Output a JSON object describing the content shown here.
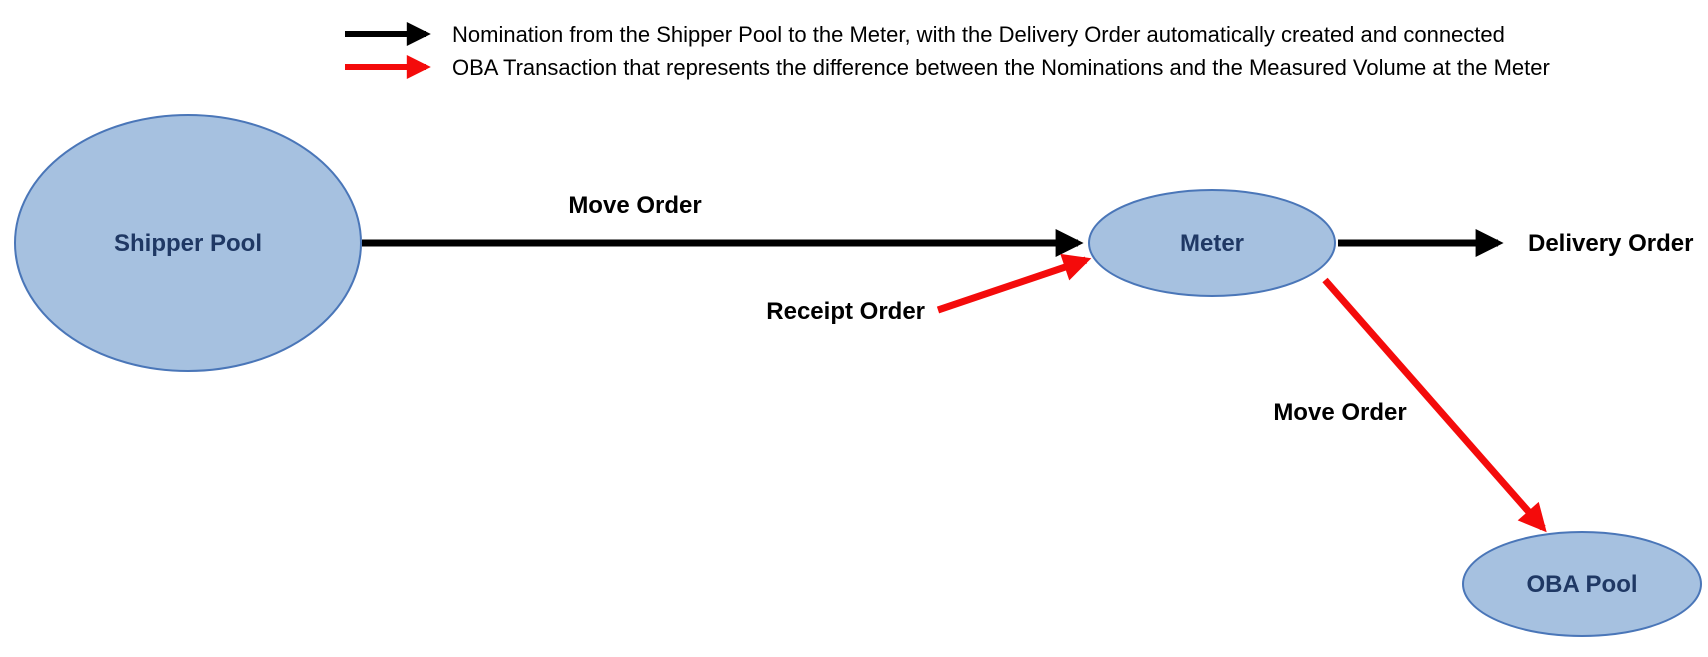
{
  "legend": {
    "items": [
      {
        "text": "Nomination from the Shipper Pool to the Meter, with the Delivery Order automatically created and connected"
      },
      {
        "text": "OBA Transaction that represents the difference between the Nominations and the Measured Volume at the Meter"
      }
    ]
  },
  "nodes": {
    "shipper_pool": {
      "label": "Shipper Pool"
    },
    "meter": {
      "label": "Meter"
    },
    "oba_pool": {
      "label": "OBA Pool"
    }
  },
  "edges": {
    "shipper_to_meter": {
      "label": "Move Order"
    },
    "meter_to_delivery": {
      "label": "Delivery Order"
    },
    "receipt_to_meter": {
      "label": "Receipt Order"
    },
    "meter_to_oba": {
      "label": "Move Order"
    }
  },
  "colors": {
    "nomination_arrow": "#000000",
    "oba_arrow": "#f40b0b",
    "node_fill": "#a6c1e0",
    "node_border": "#4a76b8",
    "node_text": "#1f3864"
  }
}
